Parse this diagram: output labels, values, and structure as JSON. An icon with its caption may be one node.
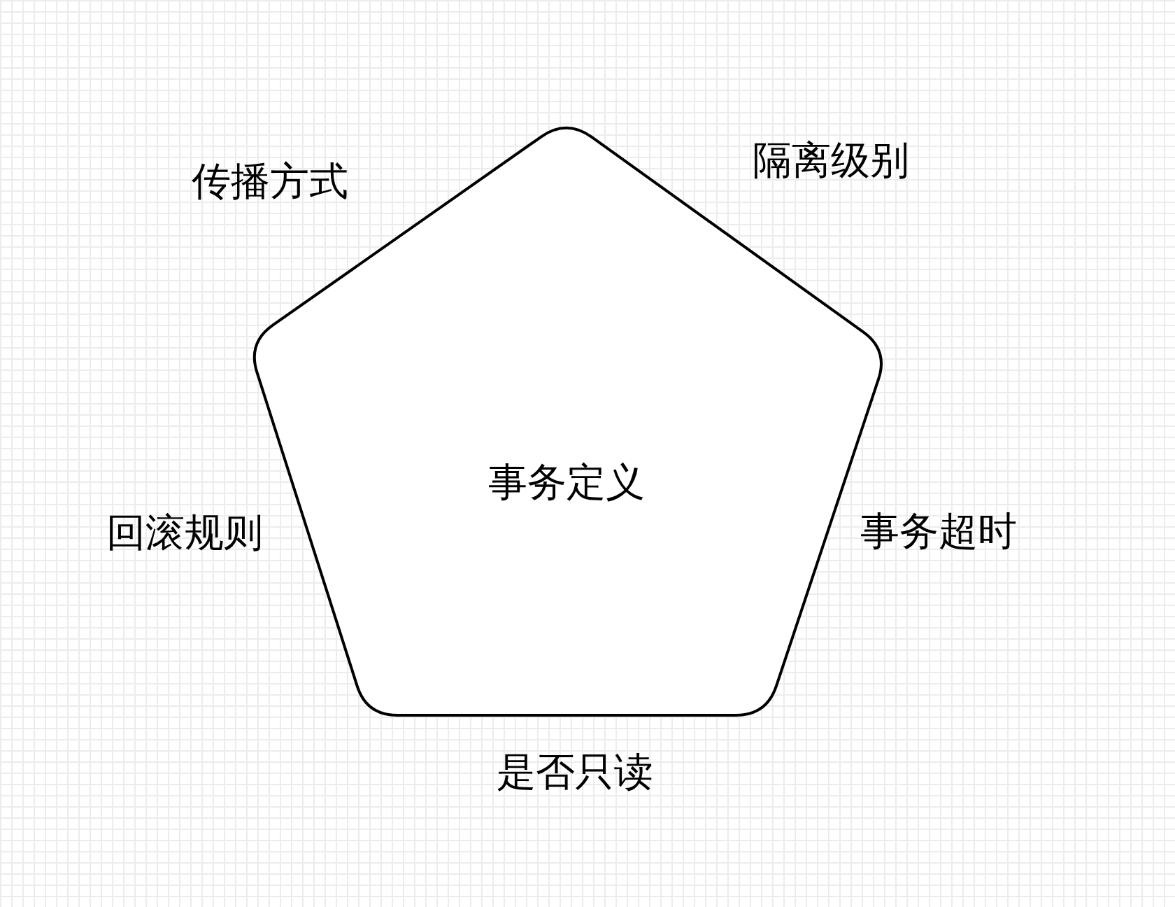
{
  "diagram": {
    "nodes": [
      {
        "text": [
          "事务定义"
        ]
      }
    ],
    "labels": [
      "传播方式",
      "隔离级别",
      "回滚规则",
      "事务超时",
      "是否只读"
    ]
  }
}
